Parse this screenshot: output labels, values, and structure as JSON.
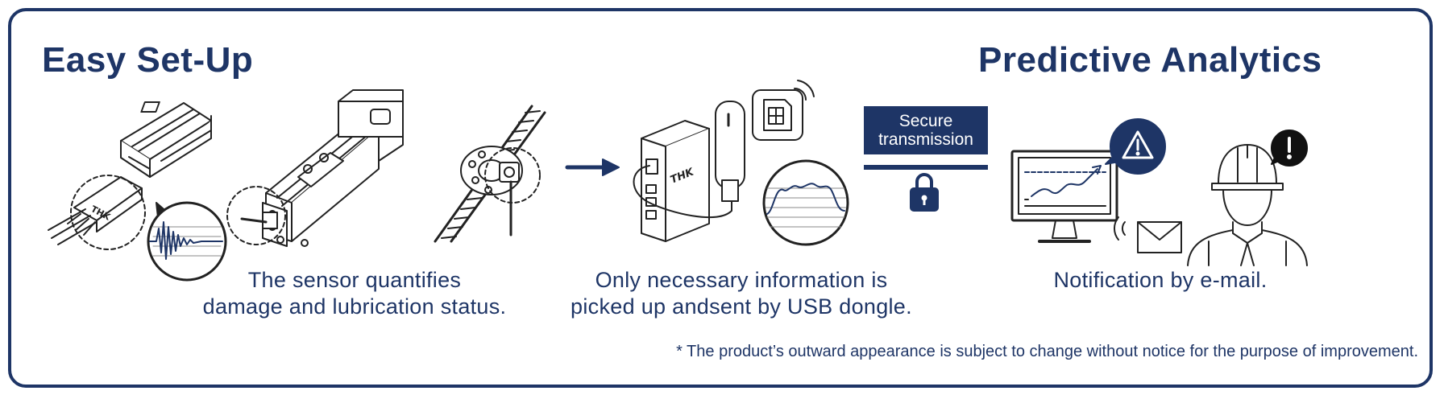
{
  "headings": {
    "left": "Easy Set-Up",
    "right": "Predictive Analytics"
  },
  "captions": {
    "sensor_line1": "The sensor quantifies",
    "sensor_line2": "damage and lubrication status.",
    "usb_line1": "Only necessary information is",
    "usb_line2": "picked up andsent by USB dongle.",
    "email": "Notification by e-mail."
  },
  "secure": {
    "line1": "Secure",
    "line2": "transmission"
  },
  "device_logo": "THK",
  "footnote": "* The product’s outward appearance is subject to change without notice for the purpose of improvement.",
  "colors": {
    "brand_navy": "#1e3566",
    "line_ink": "#222222"
  },
  "icons": [
    "linear-guide-icon",
    "vibration-waveform-icon",
    "actuator-icon",
    "ball-screw-icon",
    "arrow-right-icon",
    "controller-box-icon",
    "usb-dongle-icon",
    "sim-card-icon",
    "wireless-signal-icon",
    "signal-graph-icon",
    "lock-icon",
    "monitor-chart-icon",
    "warning-icon",
    "envelope-icon",
    "engineer-icon",
    "exclamation-icon"
  ]
}
